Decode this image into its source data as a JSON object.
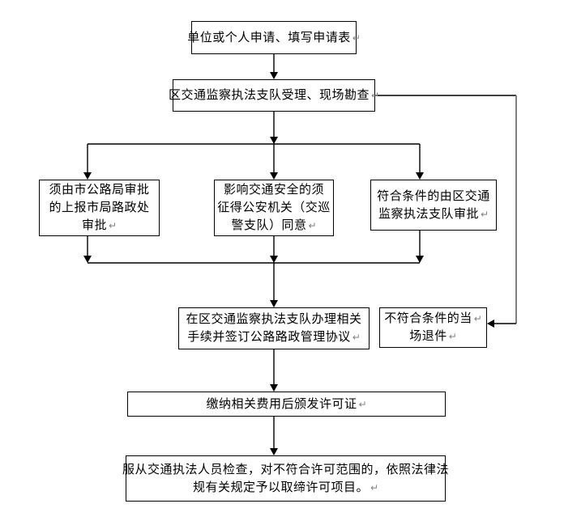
{
  "colors": {
    "background": "#ffffff",
    "line": "#000000",
    "border": "#000000",
    "text": "#000000",
    "feedback": "#808080",
    "mark": "#808080"
  },
  "symbols": {
    "return_mark": "↵"
  },
  "nodes": {
    "apply": {
      "lines": [
        "单位或个人申请、填写申请表"
      ]
    },
    "accept": {
      "lines": [
        "区交通监察执法支队受理、现场勘查"
      ]
    },
    "city_approval": {
      "lines": [
        "须由市公路局审批",
        "的上报市局路政处",
        "审批"
      ]
    },
    "police_consent": {
      "lines": [
        "影响交通安全的须",
        "征得公安机关（交巡",
        "警支队）同意"
      ]
    },
    "district_approval": {
      "lines": [
        "符合条件的由区交通",
        "监察执法支队审批"
      ]
    },
    "sign_agreement": {
      "lines": [
        "在区交通监察执法支队办理相关",
        "手续并签订公路路政管理协议"
      ]
    },
    "reject": {
      "lines": [
        "不符合条件的当",
        "场退件"
      ]
    },
    "pay_fee": {
      "lines": [
        "缴纳相关费用后颁发许可证"
      ]
    },
    "inspection": {
      "lines": [
        "服从交通执法人员检查，对不符合许可范围的，依照法律法",
        "规有关规定予以取缔许可项目。"
      ]
    }
  },
  "edges": [
    {
      "from": "apply",
      "to": "accept"
    },
    {
      "from": "accept",
      "to": "city_approval"
    },
    {
      "from": "accept",
      "to": "police_consent"
    },
    {
      "from": "accept",
      "to": "district_approval"
    },
    {
      "from": "city_approval",
      "to": "sign_agreement"
    },
    {
      "from": "police_consent",
      "to": "sign_agreement"
    },
    {
      "from": "district_approval",
      "to": "sign_agreement"
    },
    {
      "from": "accept",
      "to": "reject"
    },
    {
      "from": "sign_agreement",
      "to": "pay_fee"
    },
    {
      "from": "pay_fee",
      "to": "inspection"
    }
  ]
}
